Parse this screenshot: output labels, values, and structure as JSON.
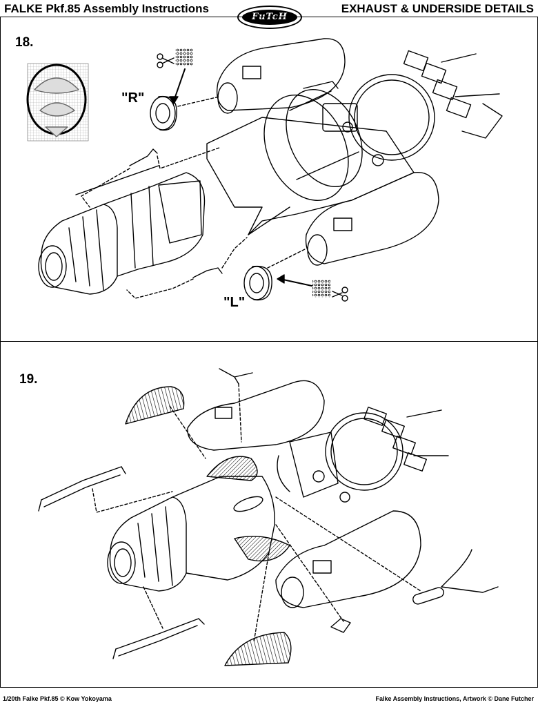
{
  "header": {
    "title": "FALKE Pkf.85 Assembly Instructions",
    "logo": "FuTcH",
    "section": "EXHAUST & UNDERSIDE DETAILS"
  },
  "steps": [
    {
      "number": "18.",
      "labels": [
        "\"R\"",
        "\"L\""
      ]
    },
    {
      "number": "19."
    }
  ],
  "footer": {
    "left": "1/20th Falke Pkf.85 © Kow Yokoyama",
    "right": "Falke Assembly Instructions, Artwork © Dane Futcher"
  }
}
